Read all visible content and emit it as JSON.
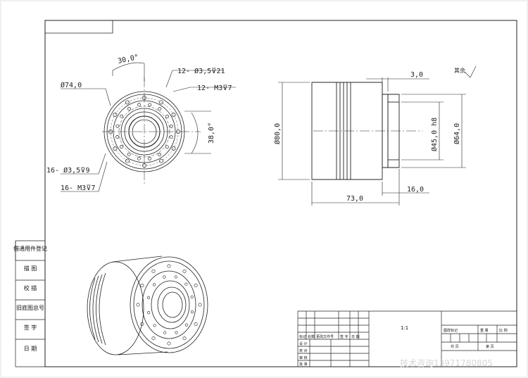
{
  "drawing": {
    "front_view": {
      "outer_dia": "Ø74,0",
      "angle": "30,0°",
      "holes_top": "12- Ø3,5⊽21",
      "thread_top": "12- M3⊽7",
      "arc_dim": "38,0°",
      "holes_bottom": "16- Ø3,5⊽9",
      "thread_bottom": "16- M3⊽7"
    },
    "side_view": {
      "offset": "3,0",
      "roughness": "其余",
      "body_dia": "Ø80,0",
      "bore_dia": "Ø45,0 h8",
      "flange_dia": "Ø64,0",
      "length": "73,0",
      "flange_len": "16,0"
    }
  },
  "left_strip": [
    "借通用件登记",
    "描 图",
    "校 描",
    "旧底图总号",
    "签 字",
    "日 期"
  ],
  "title_block": {
    "rev_headers": [
      "标记",
      "处数",
      "更改文件号",
      "签 字",
      "日 期"
    ],
    "roles": [
      "设 计",
      "校 对",
      "审 核",
      "批 准"
    ],
    "stage_label": "图样标记",
    "weight_label": "重 量",
    "scale_label": "比 例",
    "scale_value": "1:1",
    "sheets_total": "共  页",
    "sheet_no": "第  页"
  },
  "watermark": "技术咨询13971780805"
}
